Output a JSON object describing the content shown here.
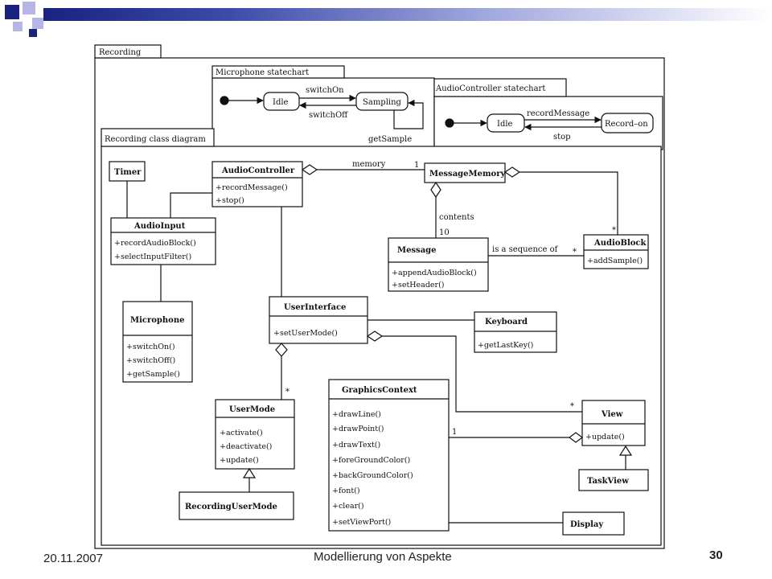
{
  "slide": {
    "date": "20.11.2007",
    "title": "Modellierung von Aspekte",
    "page_number": "30"
  },
  "diagram": {
    "recording_tab": "Recording",
    "mic_statechart_tab": "Microphone statechart",
    "audio_statechart_tab": "AudioController statechart",
    "class_diagram_tab": "Recording class diagram",
    "mic_states": {
      "idle": "Idle",
      "sampling": "Sampling",
      "switch_on": "switchOn",
      "switch_off": "switchOff",
      "get_sample": "getSample"
    },
    "audio_states": {
      "idle": "Idle",
      "record_on": "Record–on",
      "record_message": "recordMessage",
      "stop": "stop"
    },
    "classes": {
      "timer": {
        "name": "Timer"
      },
      "audio_controller": {
        "name": "AudioController",
        "ops": [
          "+recordMessage()",
          "+stop()"
        ]
      },
      "message_memory": {
        "name": "MessageMemory"
      },
      "audio_input": {
        "name": "AudioInput",
        "ops": [
          "+recordAudioBlock()",
          "+selectInputFilter()"
        ]
      },
      "message": {
        "name": "Message",
        "ops": [
          "+appendAudioBlock()",
          "+setHeader()"
        ]
      },
      "audio_block": {
        "name": "AudioBlock",
        "ops": [
          "+addSample()"
        ]
      },
      "microphone": {
        "name": "Microphone",
        "ops": [
          "+switchOn()",
          "+switchOff()",
          "+getSample()"
        ]
      },
      "user_interface": {
        "name": "UserInterface",
        "ops": [
          "+setUserMode()"
        ]
      },
      "keyboard": {
        "name": "Keyboard",
        "ops": [
          "+getLastKey()"
        ]
      },
      "user_mode": {
        "name": "UserMode",
        "ops": [
          "+activate()",
          "+deactivate()",
          "+update()"
        ]
      },
      "graphics_context": {
        "name": "GraphicsContext",
        "ops": [
          "+drawLine()",
          "+drawPoint()",
          "+drawText()",
          "+foreGroundColor()",
          "+backGroundColor()",
          "+font()",
          "+clear()",
          "+setViewPort()"
        ]
      },
      "view": {
        "name": "View",
        "ops": [
          "+update()"
        ]
      },
      "task_view": {
        "name": "TaskView"
      },
      "recording_user_mode": {
        "name": "RecordingUserMode"
      },
      "display": {
        "name": "Display"
      }
    },
    "relations": {
      "memory": "memory",
      "one_a": "1",
      "contents": "contents",
      "ten": "10",
      "star": "*",
      "is_sequence_of": "is a sequence of",
      "one_b": "1"
    }
  }
}
